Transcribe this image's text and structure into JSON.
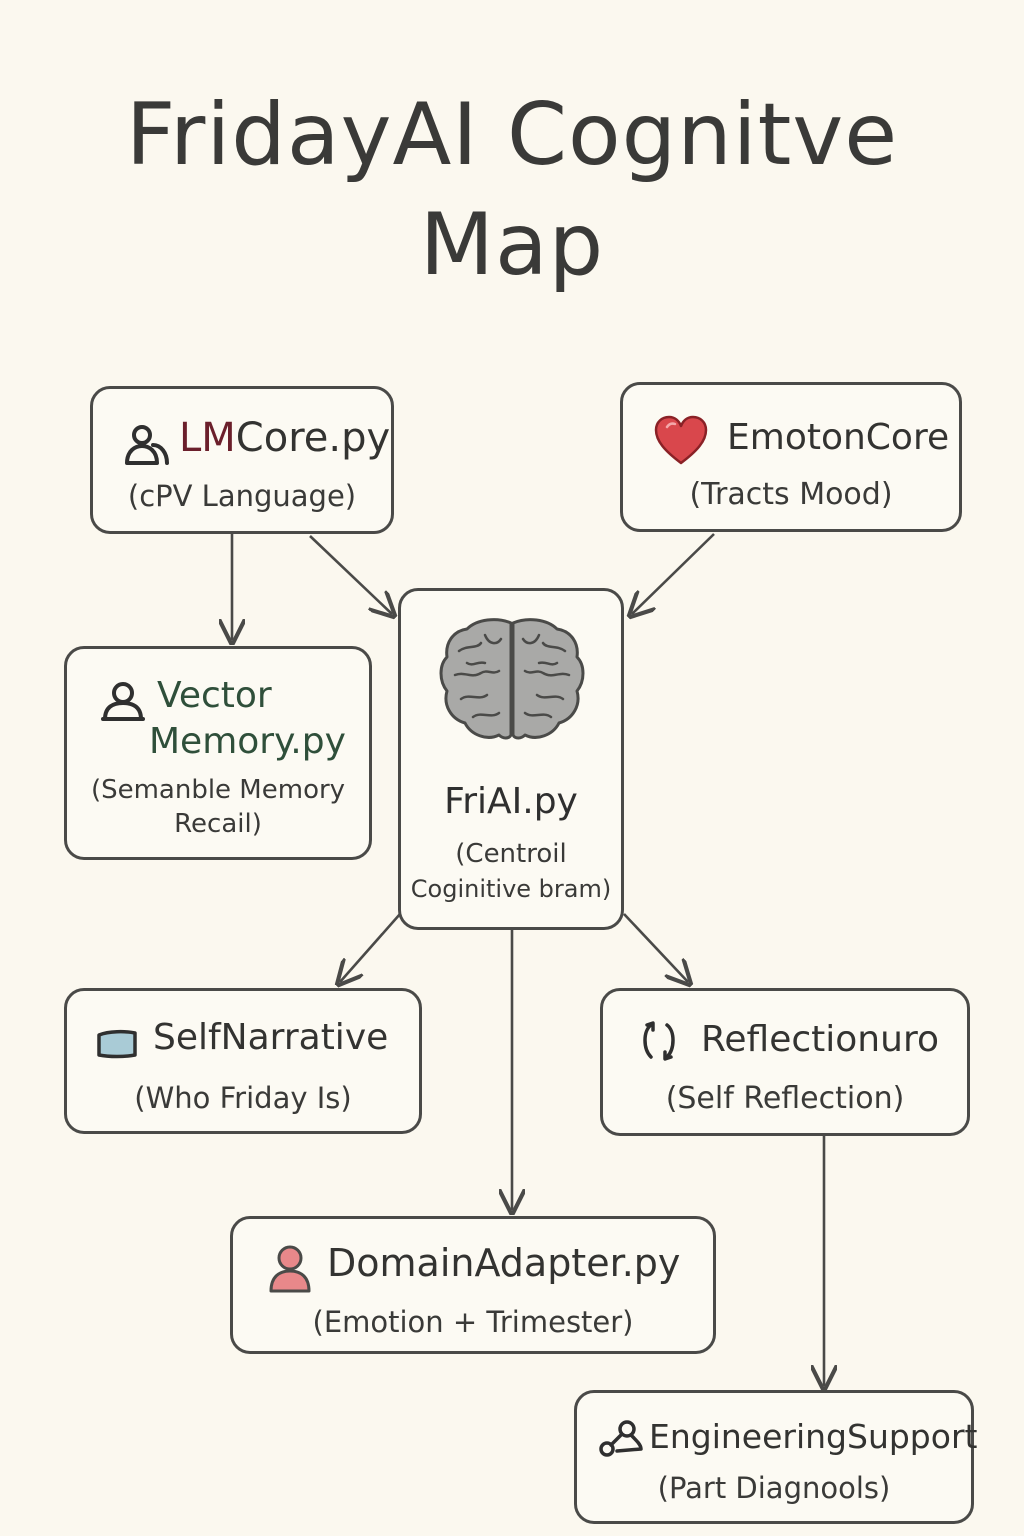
{
  "title": {
    "line1": "FridayAI Cognitve",
    "line2": "Map"
  },
  "nodes": {
    "llm_core": {
      "name_prefix": "LM",
      "name_suffix": "Core.py",
      "desc": "(cPV Language)",
      "icon": "people-icon",
      "accent": "#6b1f2b"
    },
    "emotion_core": {
      "name": "EmotonCore",
      "desc": "(Tracts Mood)",
      "icon": "heart-icon",
      "accent": "#d9474c"
    },
    "vector_memory": {
      "name_line1": "Vector",
      "name_line2": "Memory.py",
      "desc_line1": "(Semanble Memory",
      "desc_line2": "Recail)",
      "icon": "person-icon",
      "accent": "#2f4f3a"
    },
    "friday_ai": {
      "name": "FriAI.py",
      "desc_line1": "(Centroil",
      "desc_line2": "Coginitive bram)",
      "icon": "brain-icon"
    },
    "self_narrative": {
      "name": "SelfNarrative",
      "desc": "(Who Friday Is)",
      "icon": "book-icon",
      "accent": "#a9cbd6"
    },
    "reflection": {
      "name": "Reflectionuro",
      "desc": "(Self Reflection)",
      "icon": "cycle-arrows-icon"
    },
    "domain_adapter": {
      "name": "DomainAdapter.py",
      "desc": "(Emotion + Trimester)",
      "icon": "person-icon",
      "accent": "#e8888a"
    },
    "engineering_support": {
      "name": "EngineeringSupport",
      "desc": "(Part Diagnools)",
      "icon": "wrench-icon"
    }
  },
  "edges": [
    {
      "from": "llm_core",
      "to": "vector_memory"
    },
    {
      "from": "llm_core",
      "to": "friday_ai"
    },
    {
      "from": "emotion_core",
      "to": "friday_ai"
    },
    {
      "from": "friday_ai",
      "to": "self_narrative"
    },
    {
      "from": "friday_ai",
      "to": "reflection"
    },
    {
      "from": "friday_ai",
      "to": "domain_adapter"
    },
    {
      "from": "reflection",
      "to": "engineering_support"
    }
  ],
  "colors": {
    "background": "#fbf8ef",
    "stroke": "#4a4a48",
    "text": "#333331"
  }
}
